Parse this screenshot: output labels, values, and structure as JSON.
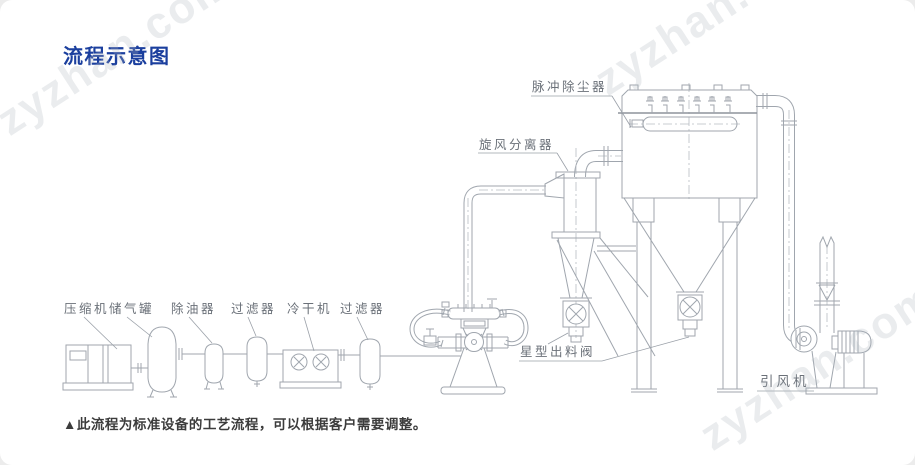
{
  "page": {
    "title": "流程示意图",
    "note": "▲此流程为标准设备的工艺流程，可以根据客户需要调整。",
    "watermark": "zyzhan.com",
    "colors": {
      "title_blue": "#1b3f9e",
      "line_gray": "#a0a6ae",
      "label_gray": "#6b7179",
      "note_dark": "#3c3c3c"
    }
  },
  "diagram": {
    "labels": [
      {
        "id": "compressor",
        "text": "压缩机"
      },
      {
        "id": "air-tank",
        "text": "储气罐"
      },
      {
        "id": "oil-remover",
        "text": "除油器"
      },
      {
        "id": "filter-1",
        "text": "过滤器"
      },
      {
        "id": "cold-dryer",
        "text": "冷干机"
      },
      {
        "id": "filter-2",
        "text": "过滤器"
      },
      {
        "id": "cyclone-separator",
        "text": "旋风分离器"
      },
      {
        "id": "pulse-dust-collector",
        "text": "脉冲除尘器"
      },
      {
        "id": "star-discharge-valve",
        "text": "星型出料阀"
      },
      {
        "id": "induced-draft-fan",
        "text": "引风机"
      }
    ]
  }
}
